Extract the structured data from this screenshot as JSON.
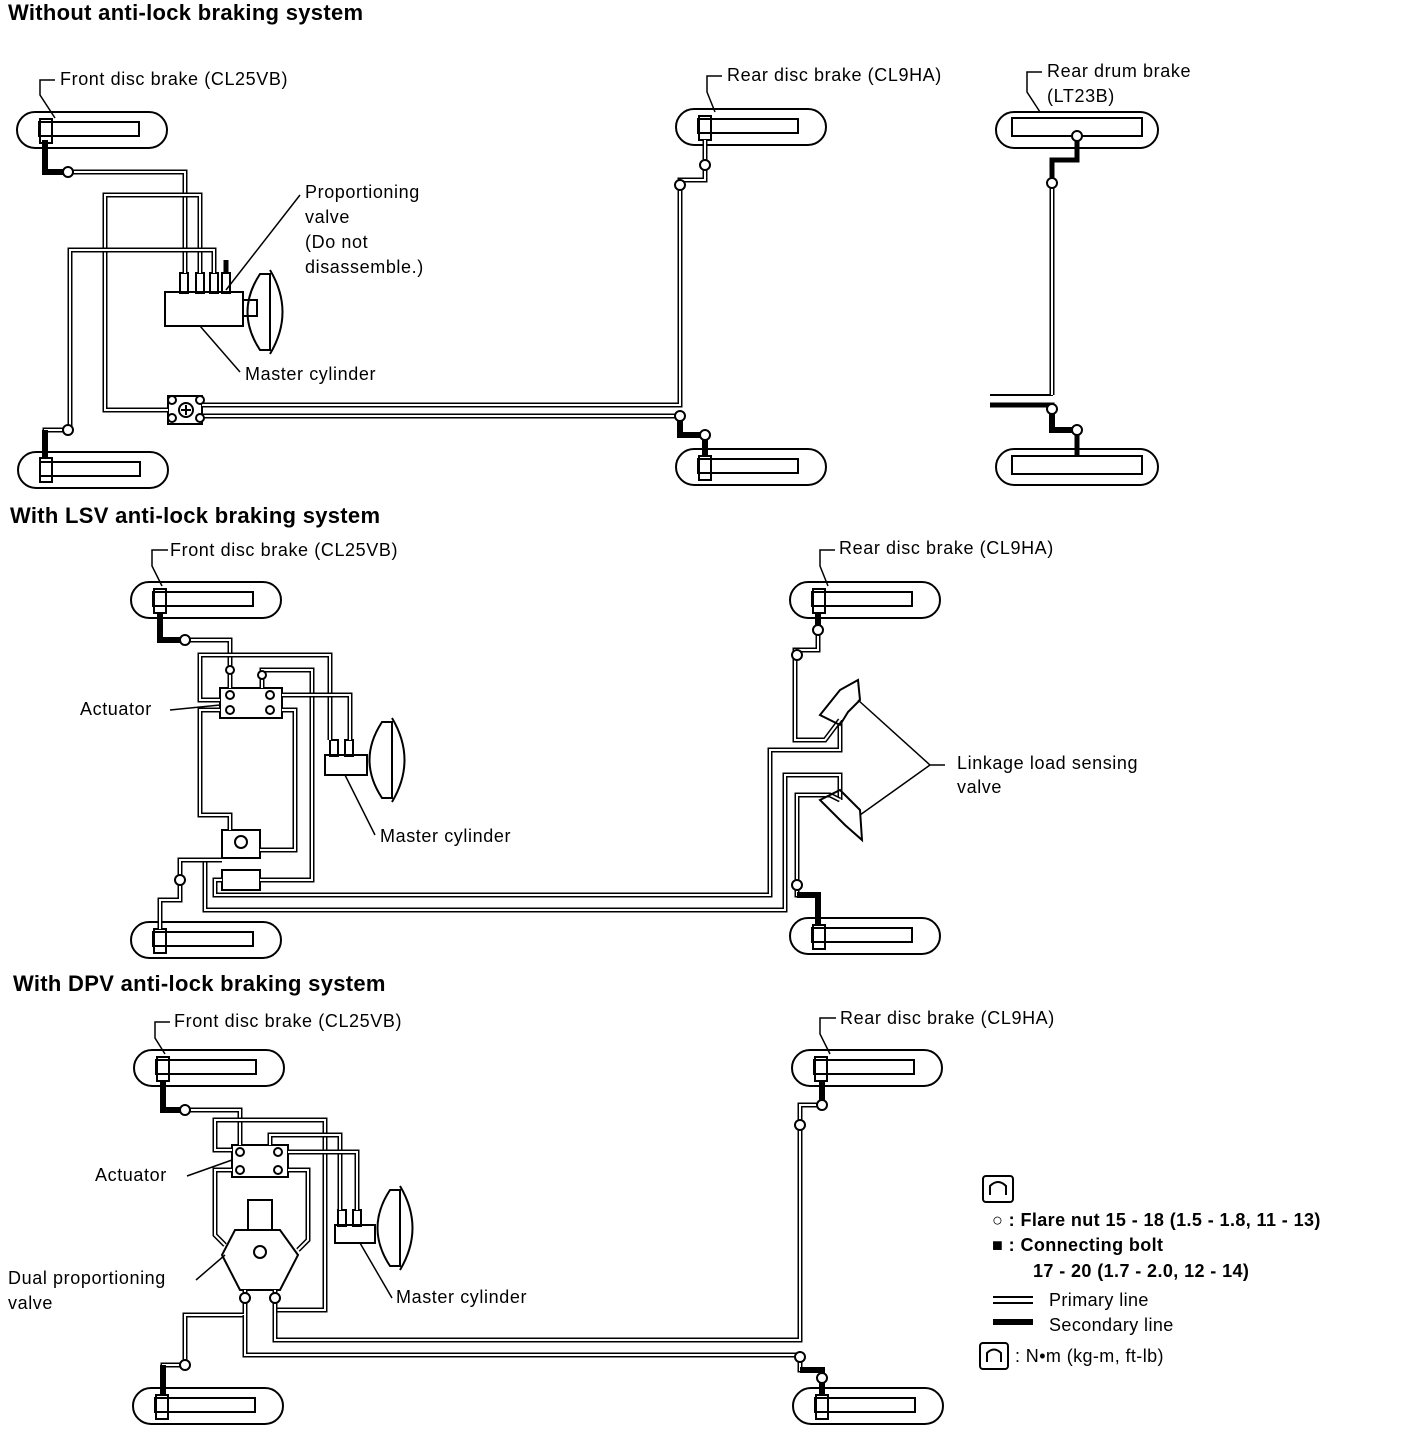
{
  "sections": {
    "without_abs": {
      "title": "Without anti-lock braking system",
      "front_disc": "Front disc brake (CL25VB)",
      "rear_disc": "Rear disc brake (CL9HA)",
      "rear_drum_1": "Rear drum brake",
      "rear_drum_2": "(LT23B)",
      "proportioning_1": "Proportioning",
      "proportioning_2": "valve",
      "proportioning_3": "(Do not",
      "proportioning_4": "disassemble.)",
      "master_cylinder": "Master cylinder"
    },
    "lsv_abs": {
      "title": "With LSV anti-lock braking system",
      "front_disc": "Front disc brake (CL25VB)",
      "rear_disc": "Rear disc brake (CL9HA)",
      "actuator": "Actuator",
      "linkage_1": "Linkage load sensing",
      "linkage_2": "valve",
      "master_cylinder": "Master cylinder"
    },
    "dpv_abs": {
      "title": "With DPV anti-lock braking system",
      "front_disc": "Front disc brake (CL25VB)",
      "rear_disc": "Rear disc brake (CL9HA)",
      "actuator": "Actuator",
      "dual_prop_1": "Dual proportioning",
      "dual_prop_2": "valve",
      "master_cylinder": "Master cylinder"
    }
  },
  "legend": {
    "flare_nut": "○ : Flare nut 15 - 18 (1.5 - 1.8, 11 - 13)",
    "connecting_bolt_1": "■ : Connecting bolt",
    "connecting_bolt_2": "17 - 20 (1.7 - 2.0, 12 - 14)",
    "primary_line": "Primary line",
    "secondary_line": "Secondary line",
    "unit": ": N•m (kg-m, ft-lb)"
  },
  "icons": [
    "torque-wrench-icon"
  ]
}
